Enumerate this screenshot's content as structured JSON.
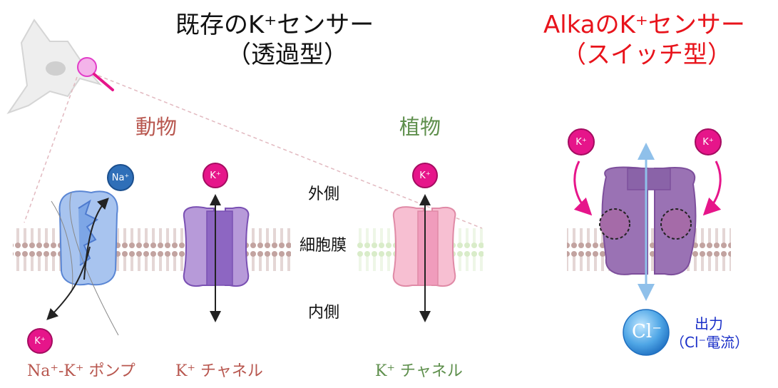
{
  "left_header": {
    "title": "既存のK⁺センサー",
    "subtitle": "（透過型）"
  },
  "right_header": {
    "title": "AlkaのK⁺センサー",
    "subtitle": "（スイッチ型）"
  },
  "categories": {
    "animal": "動物",
    "plant": "植物"
  },
  "side_labels": {
    "outside": "外側",
    "membrane": "細胞膜",
    "inside": "内側"
  },
  "ions": {
    "na": "Na⁺",
    "k": "K⁺",
    "cl": "Cl⁻"
  },
  "bottom_labels": {
    "pump": "Na⁺-K⁺ ポンプ",
    "animal_channel": "K⁺ チャネル",
    "plant_channel": "K⁺ チャネル"
  },
  "output": {
    "title": "出力",
    "detail": "（Cl⁻電流）"
  },
  "colors": {
    "accent_red": "#e8131b",
    "animal_brown": "#b8574f",
    "plant_green": "#5e8f4c",
    "k_ion": "#e6158a",
    "na_ion": "#2f6fb8",
    "output_blue": "#1a2fc8"
  }
}
